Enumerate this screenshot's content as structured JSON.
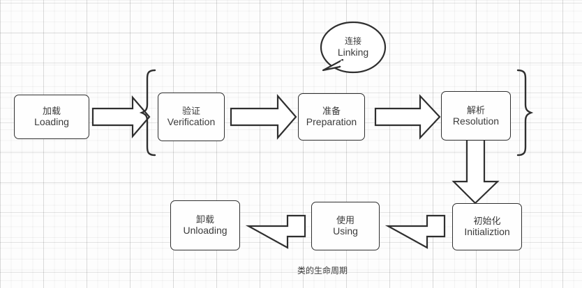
{
  "diagram": {
    "caption": "类的生命周期",
    "callout": {
      "cn": "连接",
      "en": "Linking"
    },
    "nodes": [
      {
        "id": "loading",
        "cn": "加载",
        "en": "Loading"
      },
      {
        "id": "verification",
        "cn": "验证",
        "en": "Verification"
      },
      {
        "id": "preparation",
        "cn": "准备",
        "en": "Preparation"
      },
      {
        "id": "resolution",
        "cn": "解析",
        "en": "Resolution"
      },
      {
        "id": "initialization",
        "cn": "初始化",
        "en": "Initializtion"
      },
      {
        "id": "using",
        "cn": "使用",
        "en": "Using"
      },
      {
        "id": "unloading",
        "cn": "卸载",
        "en": "Unloading"
      }
    ],
    "colors": {
      "stroke": "#2f2f2f",
      "node_fill": "#fefefe",
      "background": "#fdfdfd",
      "text": "#3a3a3a",
      "grid": "#e8e8e8"
    }
  }
}
